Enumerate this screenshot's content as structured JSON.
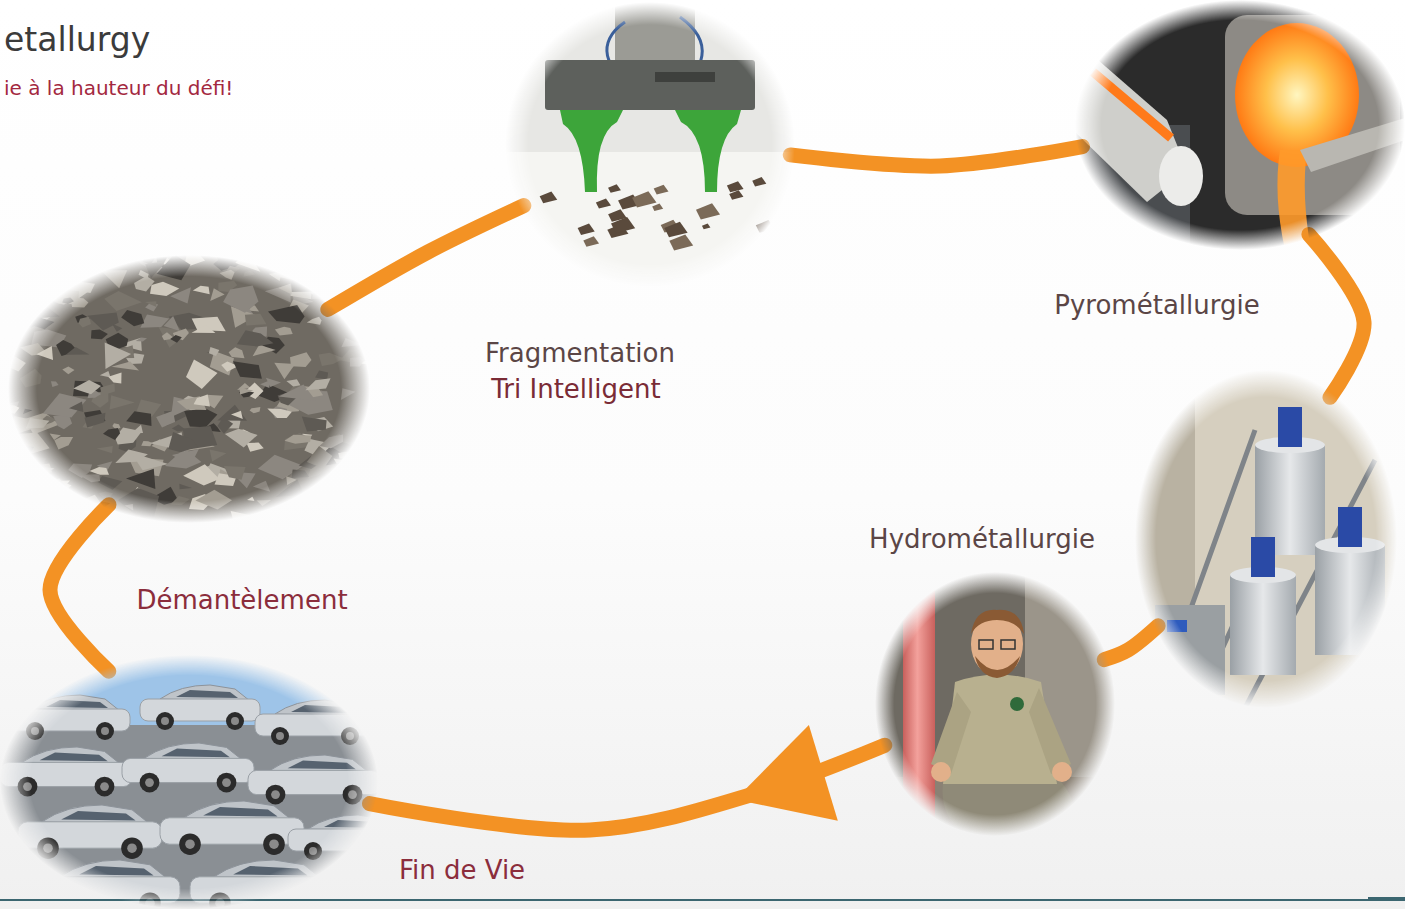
{
  "diagram": {
    "title": "etallurgy",
    "nodes": [
      {
        "text": [
          "Fragmentation",
          "Tri Intelligent"
        ]
      },
      {
        "text": [
          "Pyrométallurgie"
        ]
      },
      {
        "text": []
      },
      {
        "text": [
          "Hydrométallurgie"
        ]
      },
      {
        "text": []
      },
      {
        "text": []
      }
    ],
    "edges": [
      {
        "from": 5,
        "to": 2,
        "arrow": "none",
        "label": "Démantèlement"
      },
      {
        "from": 2,
        "to": 0,
        "arrow": "none"
      },
      {
        "from": 0,
        "to": 1,
        "arrow": "none"
      },
      {
        "from": 1,
        "to": 3,
        "arrow": "none"
      },
      {
        "from": 3,
        "to": 4,
        "arrow": "none"
      },
      {
        "from": 4,
        "to": 5,
        "arrow": "to",
        "label": "Fin de Vie"
      }
    ],
    "labels": [
      "ie à la hauteur du défi!"
    ]
  }
}
